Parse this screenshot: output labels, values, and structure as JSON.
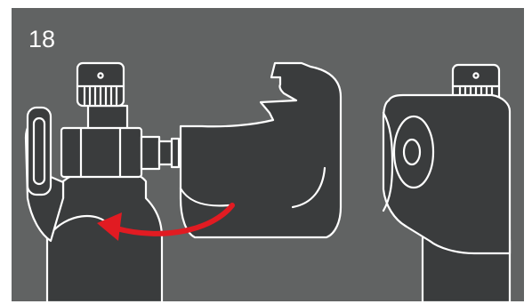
{
  "step": {
    "number": "18"
  },
  "colors": {
    "panel_background": "#616363",
    "part_fill": "#3a3c3d",
    "outline": "#ffffff",
    "arrow": "#e11b22"
  },
  "illustration": {
    "left_view": "regulator-valve-on-cylinder",
    "middle_part": "protective-cap",
    "right_view": "cylinder-with-cap-fitted",
    "arrow_direction": "right-to-left"
  }
}
